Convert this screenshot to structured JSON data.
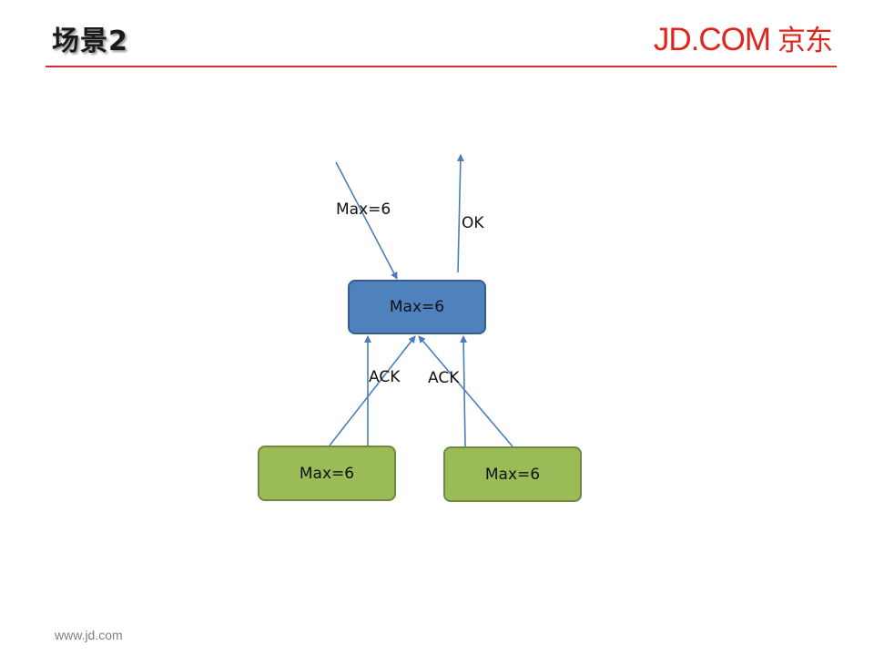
{
  "header": {
    "title": "场景2",
    "brand_en": "JD.COM",
    "brand_cn": "京东"
  },
  "diagram": {
    "center_node": "Max=6",
    "left_node": "Max=6",
    "right_node": "Max=6",
    "incoming_label": "Max=6",
    "outgoing_label": "OK",
    "ack_left_label": "ACK",
    "ack_right_label": "ACK"
  },
  "footer": {
    "url": "www.jd.com"
  },
  "colors": {
    "accent_red": "#e1251b",
    "node_blue": "#4f81bd",
    "node_green": "#9bbb59",
    "arrow": "#4a7ebb"
  }
}
